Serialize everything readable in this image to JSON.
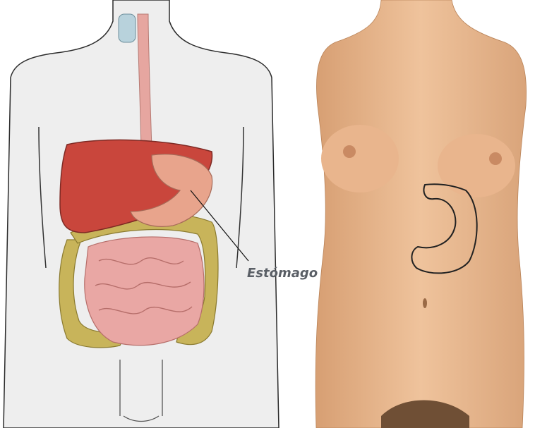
{
  "callout": {
    "label": "Estómago"
  },
  "colors": {
    "skin_outline": "#2b2b2b",
    "body_fill": "#eeeeee",
    "liver": "#c9463c",
    "stomach": "#e8a48c",
    "intestine": "#e9a7a4",
    "colon": "#c8b45a",
    "esophagus": "#e6a6a0",
    "torso_skin": "#e7b488"
  },
  "icons": {
    "left": "anatomy-illustration",
    "right": "torso-photo-with-stomach-outline"
  }
}
